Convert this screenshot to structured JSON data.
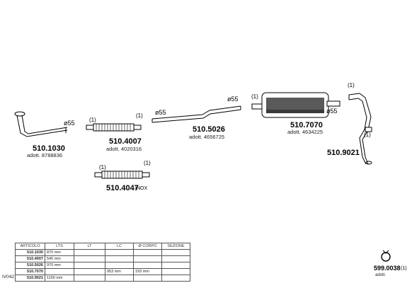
{
  "parts": [
    {
      "code": "510.1030",
      "adott": "adott. 8788836",
      "diameter": "ø55"
    },
    {
      "code": "510.4007",
      "adott": "adott. 4020316",
      "mark_left": "(1)",
      "mark_right": "(1)"
    },
    {
      "code": "510.4047",
      "suffix": "INOX",
      "mark_left": "(1)",
      "mark_right": "(1)"
    },
    {
      "code": "510.5026",
      "adott": "adott. 4656725",
      "diameter_left": "ø55",
      "diameter_right": "ø55"
    },
    {
      "code": "510.7070",
      "adott": "adott. 4634225",
      "mark": "(1)",
      "diameter": "ø55"
    },
    {
      "code": "510.9021",
      "mark_top": "(1)",
      "mark_bottom": "(1)"
    }
  ],
  "clamp": {
    "code": "599.0038",
    "qty": "(1)",
    "adott": "adott."
  },
  "drawing_id": "IV042",
  "table": {
    "headers": [
      "ARTICOLO",
      "LTS",
      "LT",
      "LC",
      "Ø CORPO",
      "SEZIONE"
    ],
    "rows": [
      [
        "510.1030",
        "870 mm",
        "",
        "",
        "",
        ""
      ],
      [
        "510.4007",
        "540 mm",
        "",
        "",
        "",
        ""
      ],
      [
        "510.5026",
        "970 mm",
        "",
        "",
        "",
        ""
      ],
      [
        "510.7070",
        "",
        "",
        "953 mm",
        "193 mm",
        ""
      ],
      [
        "510.9021",
        "1150 mm",
        "",
        "",
        "",
        ""
      ]
    ]
  }
}
